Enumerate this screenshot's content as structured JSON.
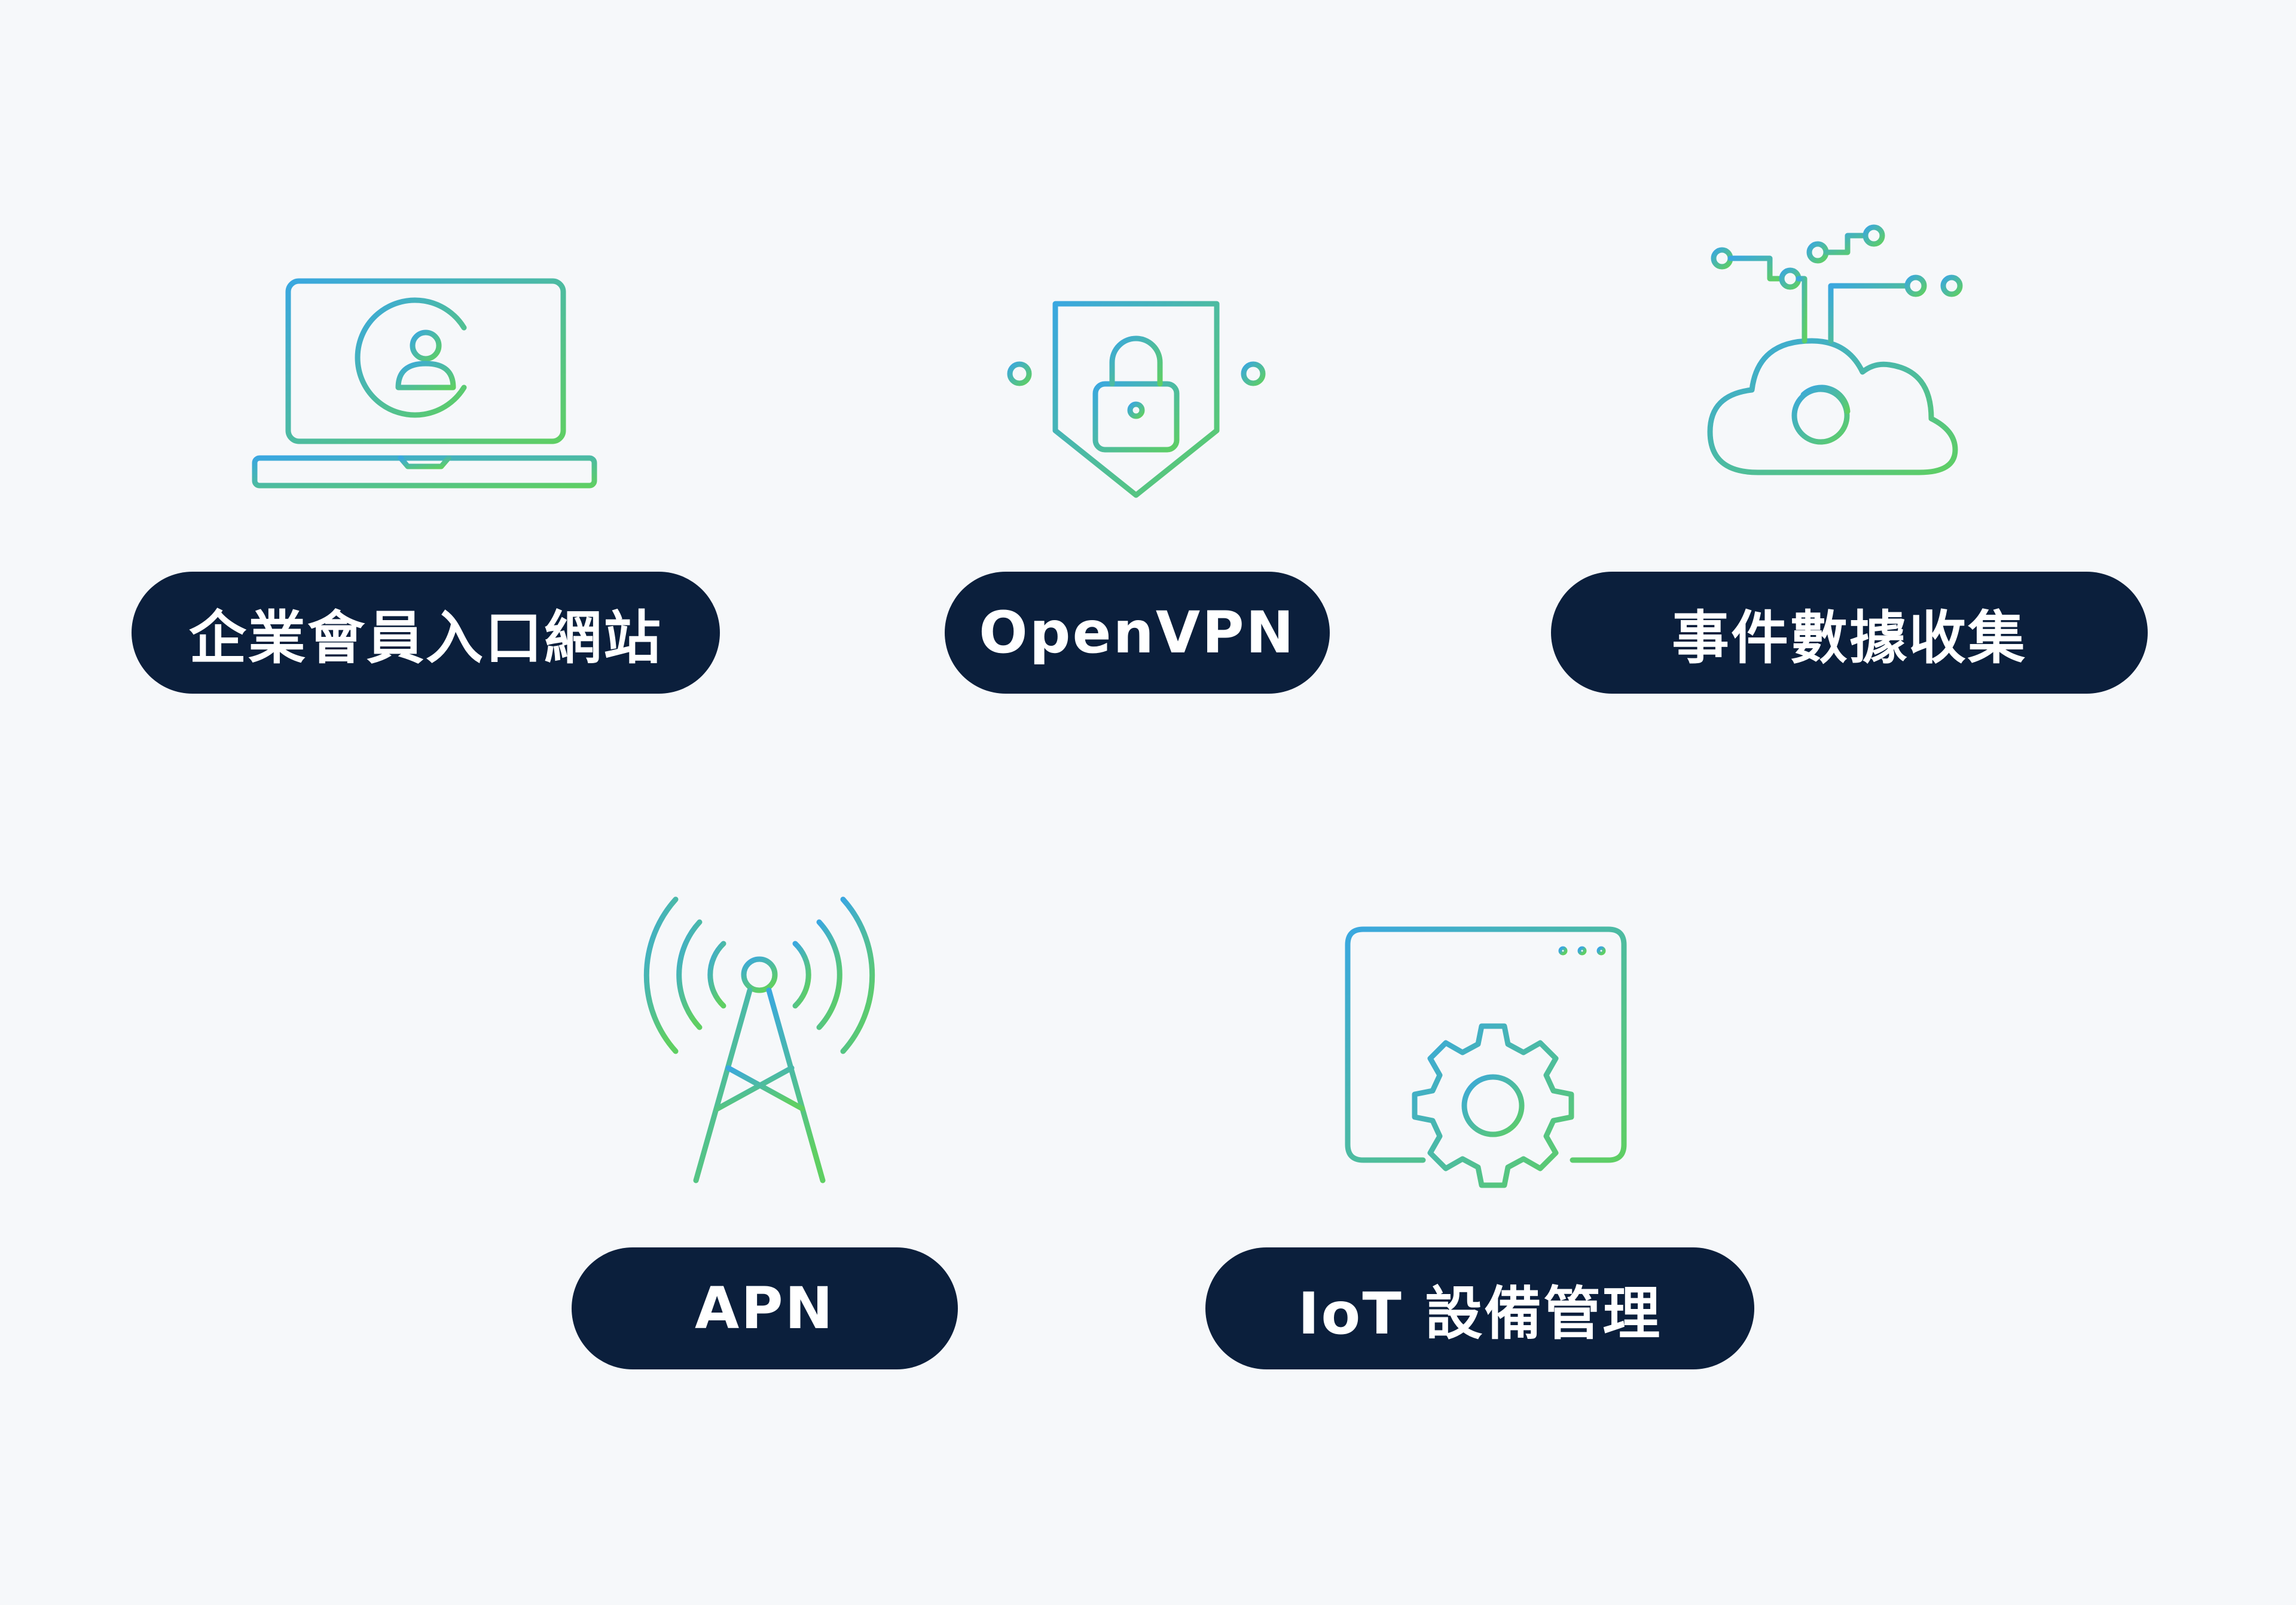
{
  "colors": {
    "background": "#f6f8fa",
    "pill": "#0b1f3c",
    "pill_text": "#ffffff",
    "gradient_start": "#3aa7e0",
    "gradient_end": "#5fcf63"
  },
  "features": [
    {
      "label": "企業會員入口網站",
      "icon": "laptop-user-icon"
    },
    {
      "label": "OpenVPN",
      "icon": "shield-lock-icon"
    },
    {
      "label": "事件數據收集",
      "icon": "cloud-data-icon"
    },
    {
      "label": "APN",
      "icon": "signal-tower-icon"
    },
    {
      "label": "IoT 設備管理",
      "icon": "browser-gear-icon"
    }
  ]
}
